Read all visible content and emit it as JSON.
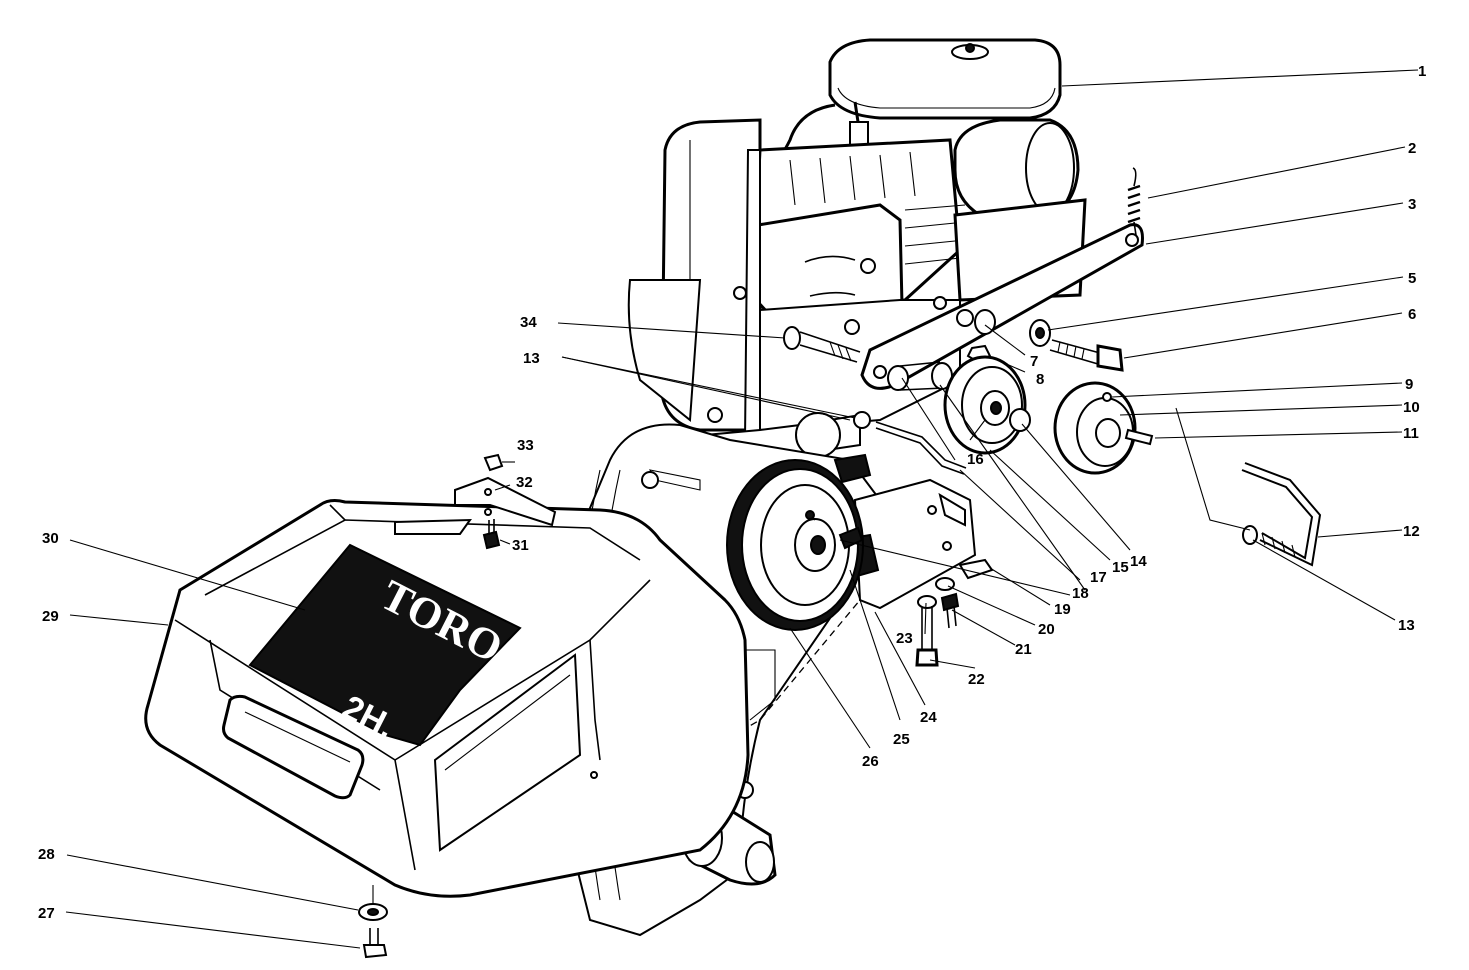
{
  "brand": {
    "logo_text": "TORO",
    "hp_text": "2H."
  },
  "callouts": [
    "1",
    "2",
    "3",
    "5",
    "6",
    "7",
    "8",
    "9",
    "10",
    "11",
    "12",
    "13",
    "13",
    "14",
    "15",
    "16",
    "17",
    "18",
    "19",
    "20",
    "21",
    "22",
    "23",
    "24",
    "25",
    "26",
    "27",
    "28",
    "29",
    "30",
    "31",
    "32",
    "33",
    "34"
  ]
}
